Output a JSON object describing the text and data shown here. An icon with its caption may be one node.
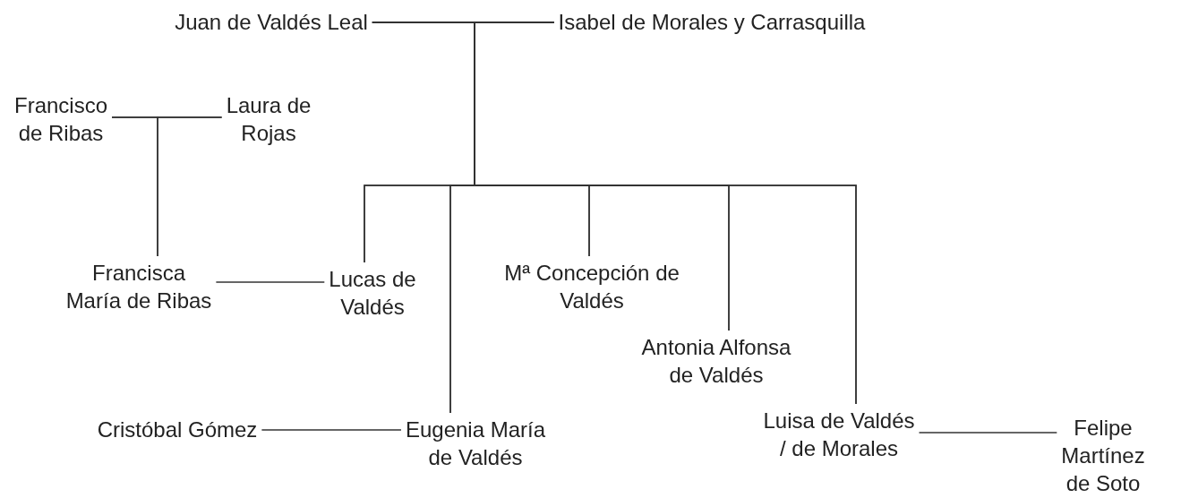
{
  "diagram": {
    "nodes": [
      {
        "text": [
          "Juan de Valdés Leal"
        ]
      },
      {
        "text": [
          "Isabel de Morales y Carrasquilla"
        ]
      },
      {
        "text": [
          "Francisco de Ribas"
        ]
      },
      {
        "text": [
          "Laura de Rojas"
        ]
      },
      {
        "text": [
          "Francisca María de Ribas"
        ]
      },
      {
        "text": [
          "Lucas de Valdés"
        ]
      },
      {
        "text": [
          "Mª Concepción de Valdés"
        ]
      },
      {
        "text": [
          "Antonia Alfonsa de Valdés"
        ]
      },
      {
        "text": [
          "Cristóbal Gómez"
        ]
      },
      {
        "text": [
          "Eugenia María de Valdés"
        ]
      },
      {
        "text": [
          "Luisa de Valdés / de Morales"
        ]
      },
      {
        "text": [
          "Felipe Martínez de Soto"
        ]
      }
    ],
    "edges": [
      {
        "from": 0,
        "to": 1,
        "arrow": "none"
      },
      {
        "from": 2,
        "to": 3,
        "arrow": "none"
      },
      {
        "from": 4,
        "to": 5,
        "arrow": "none"
      },
      {
        "from": 8,
        "to": 9,
        "arrow": "none"
      },
      {
        "from": 10,
        "to": 11,
        "arrow": "none"
      },
      {
        "from": 2,
        "to": 4,
        "arrow": "none"
      },
      {
        "from": 3,
        "to": 4,
        "arrow": "none"
      },
      {
        "from": 0,
        "to": 5,
        "arrow": "none"
      },
      {
        "from": 1,
        "to": 5,
        "arrow": "none"
      },
      {
        "from": 0,
        "to": 9,
        "arrow": "none"
      },
      {
        "from": 1,
        "to": 9,
        "arrow": "none"
      },
      {
        "from": 0,
        "to": 6,
        "arrow": "none"
      },
      {
        "from": 1,
        "to": 6,
        "arrow": "none"
      },
      {
        "from": 0,
        "to": 7,
        "arrow": "none"
      },
      {
        "from": 1,
        "to": 7,
        "arrow": "none"
      },
      {
        "from": 0,
        "to": 10,
        "arrow": "none"
      },
      {
        "from": 1,
        "to": 10,
        "arrow": "none"
      }
    ]
  }
}
